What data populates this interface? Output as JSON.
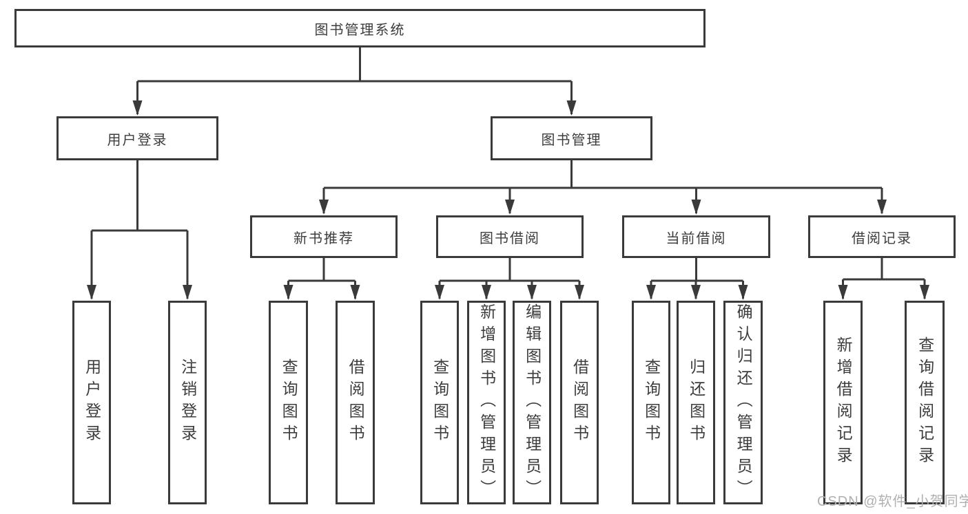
{
  "diagram_title": "图书管理系统",
  "colors": {
    "line": "#3a3a3a",
    "text": "#3d3d3d",
    "box_fill": "#ffffff",
    "background": "#ffffff",
    "watermark": "#b0b0b0"
  },
  "tree": {
    "root": {
      "label": "图书管理系统"
    },
    "branches": [
      {
        "label": "用户登录",
        "children": [
          {
            "label": "用户登录"
          },
          {
            "label": "注销登录"
          }
        ]
      },
      {
        "label": "图书管理",
        "children": [
          {
            "label": "新书推荐",
            "children": [
              {
                "label": "查询图书"
              },
              {
                "label": "借阅图书"
              }
            ]
          },
          {
            "label": "图书借阅",
            "children": [
              {
                "label": "查询图书"
              },
              {
                "label": "新增图书（管理员）"
              },
              {
                "label": "编辑图书（管理员）"
              },
              {
                "label": "借阅图书"
              }
            ]
          },
          {
            "label": "当前借阅",
            "children": [
              {
                "label": "查询图书"
              },
              {
                "label": "归还图书"
              },
              {
                "label": "确认归还（管理员）"
              }
            ]
          },
          {
            "label": "借阅记录",
            "children": [
              {
                "label": "新增借阅记录"
              },
              {
                "label": "查询借阅记录"
              }
            ]
          }
        ]
      }
    ]
  },
  "watermark": {
    "text": "CSDN @软件_小贺同学"
  }
}
